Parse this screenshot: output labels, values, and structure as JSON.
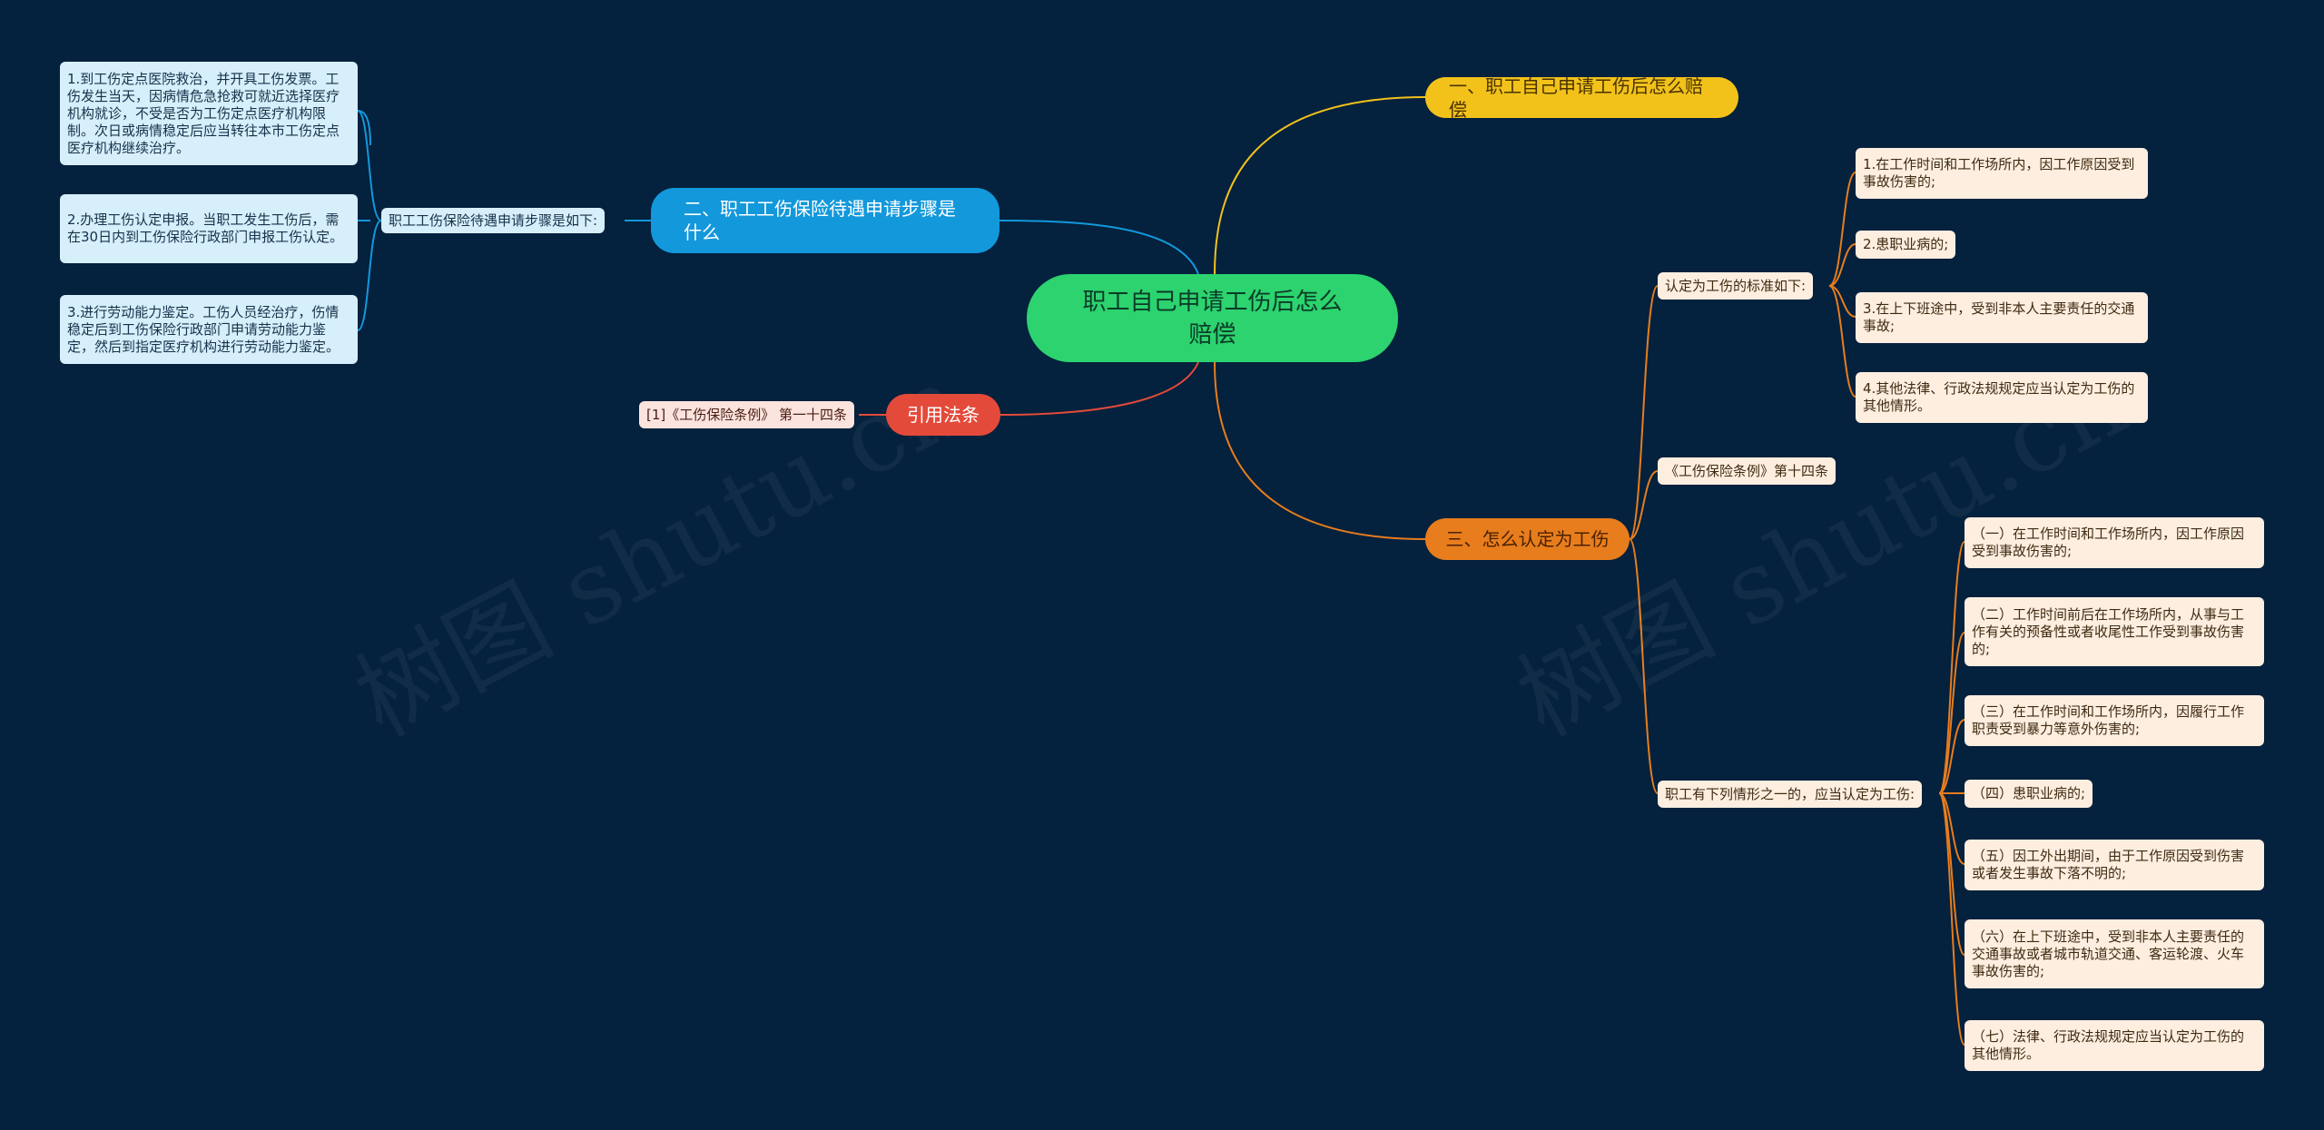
{
  "root": {
    "title": "职工自己申请工伤后怎么赔偿"
  },
  "topics": {
    "one": "一、职工自己申请工伤后怎么赔偿",
    "two": "二、职工工伤保险待遇申请步骤是什么",
    "cite": "引用法条",
    "three": "三、怎么认定为工伤"
  },
  "two_branch": {
    "label": "职工工伤保险待遇申请步骤是如下:",
    "steps": [
      "1.到工伤定点医院救治，并开具工伤发票。工伤发生当天，因病情危急抢救可就近选择医疗机构就诊，不受是否为工伤定点医疗机构限制。次日或病情稳定后应当转往本市工伤定点医疗机构继续治疗。",
      "2.办理工伤认定申报。当职工发生工伤后，需在30日内到工伤保险行政部门申报工伤认定。",
      "3.进行劳动能力鉴定。工伤人员经治疗，伤情稳定后到工伤保险行政部门申请劳动能力鉴定，然后到指定医疗机构进行劳动能力鉴定。"
    ]
  },
  "cite_branch": {
    "law": "[1]《工伤保险条例》 第一十四条"
  },
  "three_branch": {
    "standard_label": "认定为工伤的标准如下:",
    "standards": [
      "1.在工作时间和工作场所内，因工作原因受到事故伤害的;",
      "2.患职业病的;",
      "3.在上下班途中，受到非本人主要责任的交通事故;",
      "4.其他法律、行政法规规定应当认定为工伤的其他情形。"
    ],
    "article_label": "《工伤保险条例》第十四条",
    "cases_label": "职工有下列情形之一的，应当认定为工伤:",
    "cases": [
      "（一）在工作时间和工作场所内，因工作原因受到事故伤害的;",
      "（二）工作时间前后在工作场所内，从事与工作有关的预备性或者收尾性工作受到事故伤害的;",
      "（三）在工作时间和工作场所内，因履行工作职责受到暴力等意外伤害的;",
      "（四）患职业病的;",
      "（五）因工外出期间，由于工作原因受到伤害或者发生事故下落不明的;",
      "（六）在上下班途中，受到非本人主要责任的交通事故或者城市轨道交通、客运轮渡、火车事故伤害的;",
      "（七）法律、行政法规规定应当认定为工伤的其他情形。"
    ]
  },
  "watermark": "树图 shutu.cn",
  "colors": {
    "background": "#04213d",
    "root": "#2cd36e",
    "yellow": "#f2c21b",
    "blue": "#1398db",
    "red": "#e44a3a",
    "orange": "#e87d1d"
  }
}
